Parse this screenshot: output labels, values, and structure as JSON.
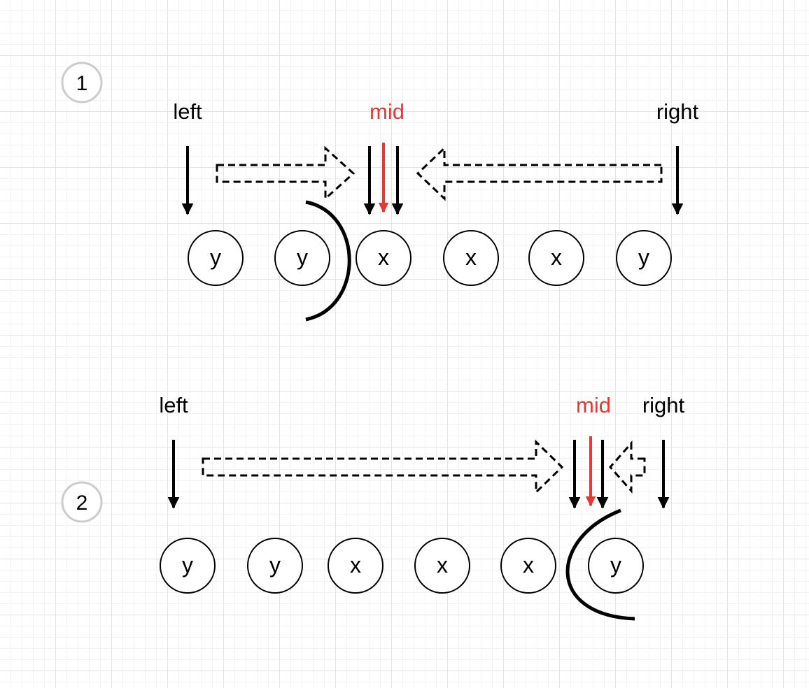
{
  "colors": {
    "mid": "#e53935",
    "ink": "#000000",
    "badge_border": "#cccccc"
  },
  "step1": {
    "badge": "1",
    "left_label": "left",
    "mid_label": "mid",
    "right_label": "right",
    "nodes": [
      "y",
      "y",
      "x",
      "x",
      "x",
      "y"
    ]
  },
  "step2": {
    "badge": "2",
    "left_label": "left",
    "mid_label": "mid",
    "right_label": "right",
    "nodes": [
      "y",
      "y",
      "x",
      "x",
      "x",
      "y"
    ]
  }
}
